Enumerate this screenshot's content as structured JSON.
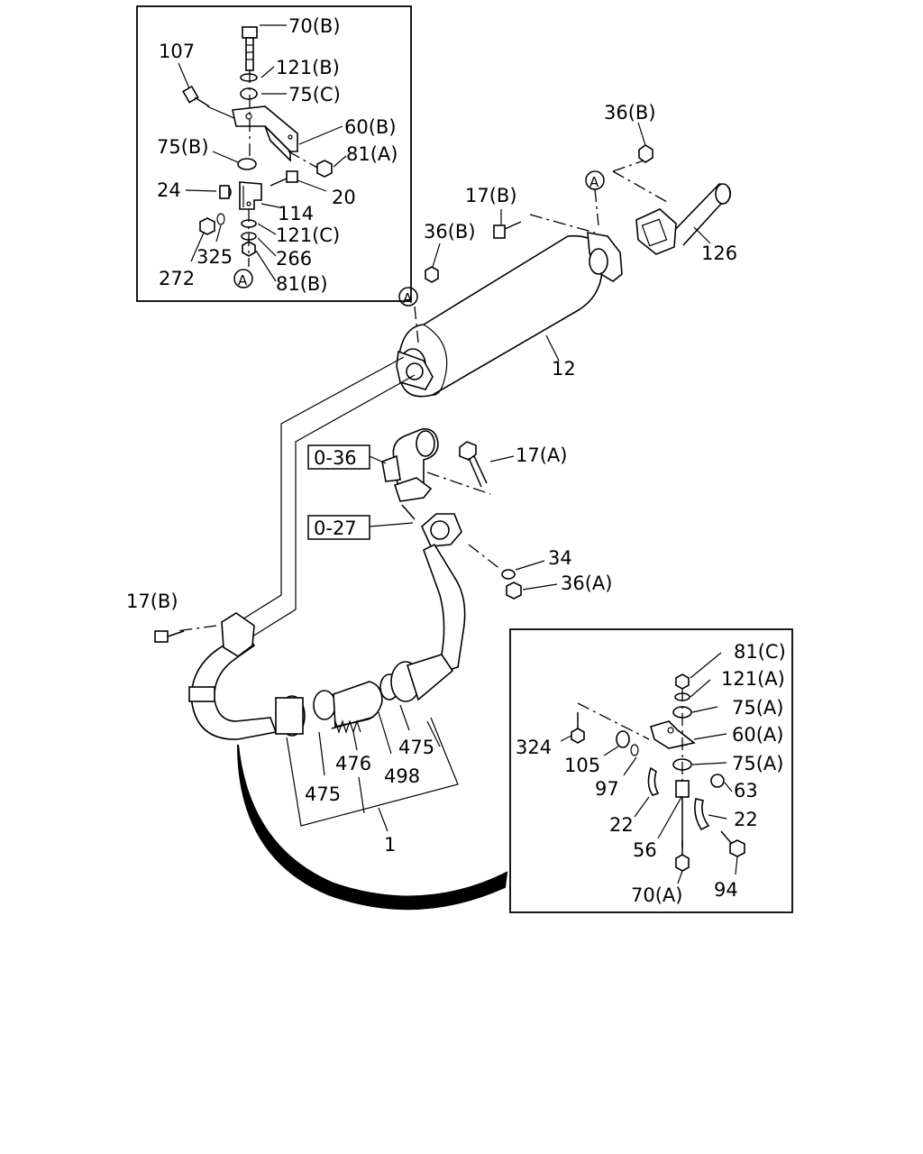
{
  "diagram": {
    "type": "exploded parts diagram",
    "labels": {
      "p70b": "70(B)",
      "p107": "107",
      "p121b": "121(B)",
      "p75c": "75(C)",
      "p60b": "60(B)",
      "p75b": "75(B)",
      "p81a": "81(A)",
      "p24": "24",
      "p20": "20",
      "p114": "114",
      "p121c": "121(C)",
      "p325": "325",
      "p266": "266",
      "p272": "272",
      "p81b": "81(B)",
      "refA1": "A",
      "p36b1": "36(B)",
      "refA2": "A",
      "p17b1": "17(B)",
      "p126": "126",
      "p36b2": "36(B)",
      "refA3": "A",
      "p12": "12",
      "p036": "0-36",
      "p17a": "17(A)",
      "p027": "0-27",
      "p34": "34",
      "p36a": "36(A)",
      "p17b2": "17(B)",
      "p475a": "475",
      "p476": "476",
      "p498": "498",
      "p475b": "475",
      "p1": "1",
      "p81c": "81(C)",
      "p121a": "121(A)",
      "p75a1": "75(A)",
      "p324": "324",
      "p60a": "60(A)",
      "p105": "105",
      "p75a2": "75(A)",
      "p97": "97",
      "p63": "63",
      "p22a": "22",
      "p22b": "22",
      "p56": "56",
      "p70a": "70(A)",
      "p94": "94"
    }
  }
}
